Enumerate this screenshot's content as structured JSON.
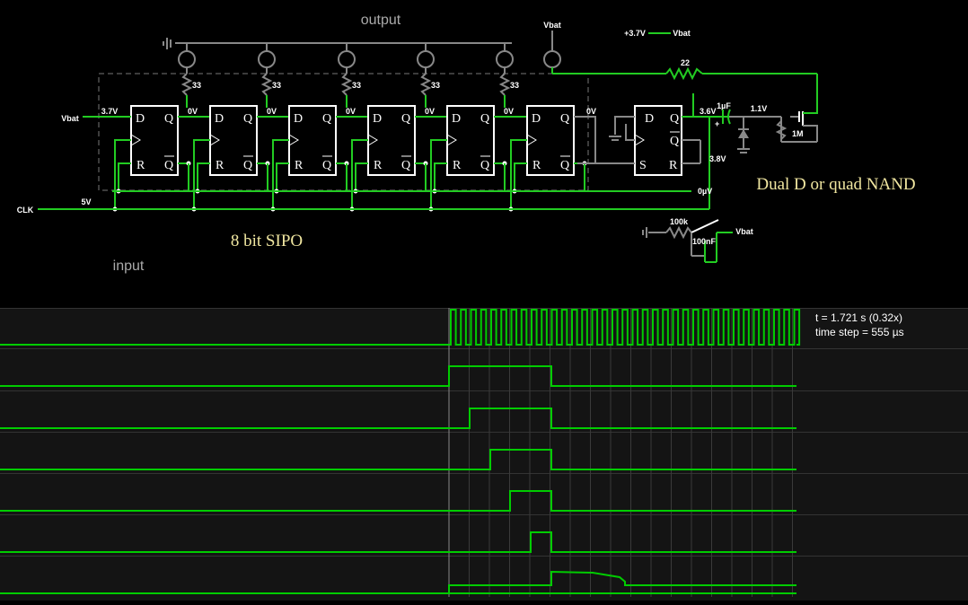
{
  "labels": {
    "output": "output",
    "input": "input",
    "sipo": "8 bit SIPO",
    "dual_d": "Dual D or quad NAND",
    "clk": "CLK",
    "five_v": "5V",
    "vbat_in": "Vbat",
    "v37_in": "3.7V",
    "vbat_top": "Vbat",
    "plus37": "+3.7V",
    "vbat_plus": "Vbat",
    "r22": "22",
    "r33": "33",
    "cap_1uf": "1µF",
    "v11": "1.1V",
    "r1m": "1M",
    "v36": "3.6V",
    "v38": "3.8V",
    "v0_mid": "0µV",
    "r100k": "100k",
    "c100nf": "100nF",
    "vbat_sw": "Vbat",
    "zero_v": "0V",
    "cap_plus": "+"
  },
  "ff_labels": {
    "d": "D",
    "q": "Q",
    "r": "R",
    "qbar": "Q",
    "s": "S"
  },
  "scope": {
    "time": "t = 1.721 s (0.32x)",
    "step": "time step = 555 µs"
  },
  "colors": {
    "wire_active": "#22cc22",
    "wire_idle": "#888888",
    "wave": "#00cc00",
    "bg": "#000000",
    "scope_bg": "#141414",
    "label_yellow": "#f0e6a0"
  }
}
